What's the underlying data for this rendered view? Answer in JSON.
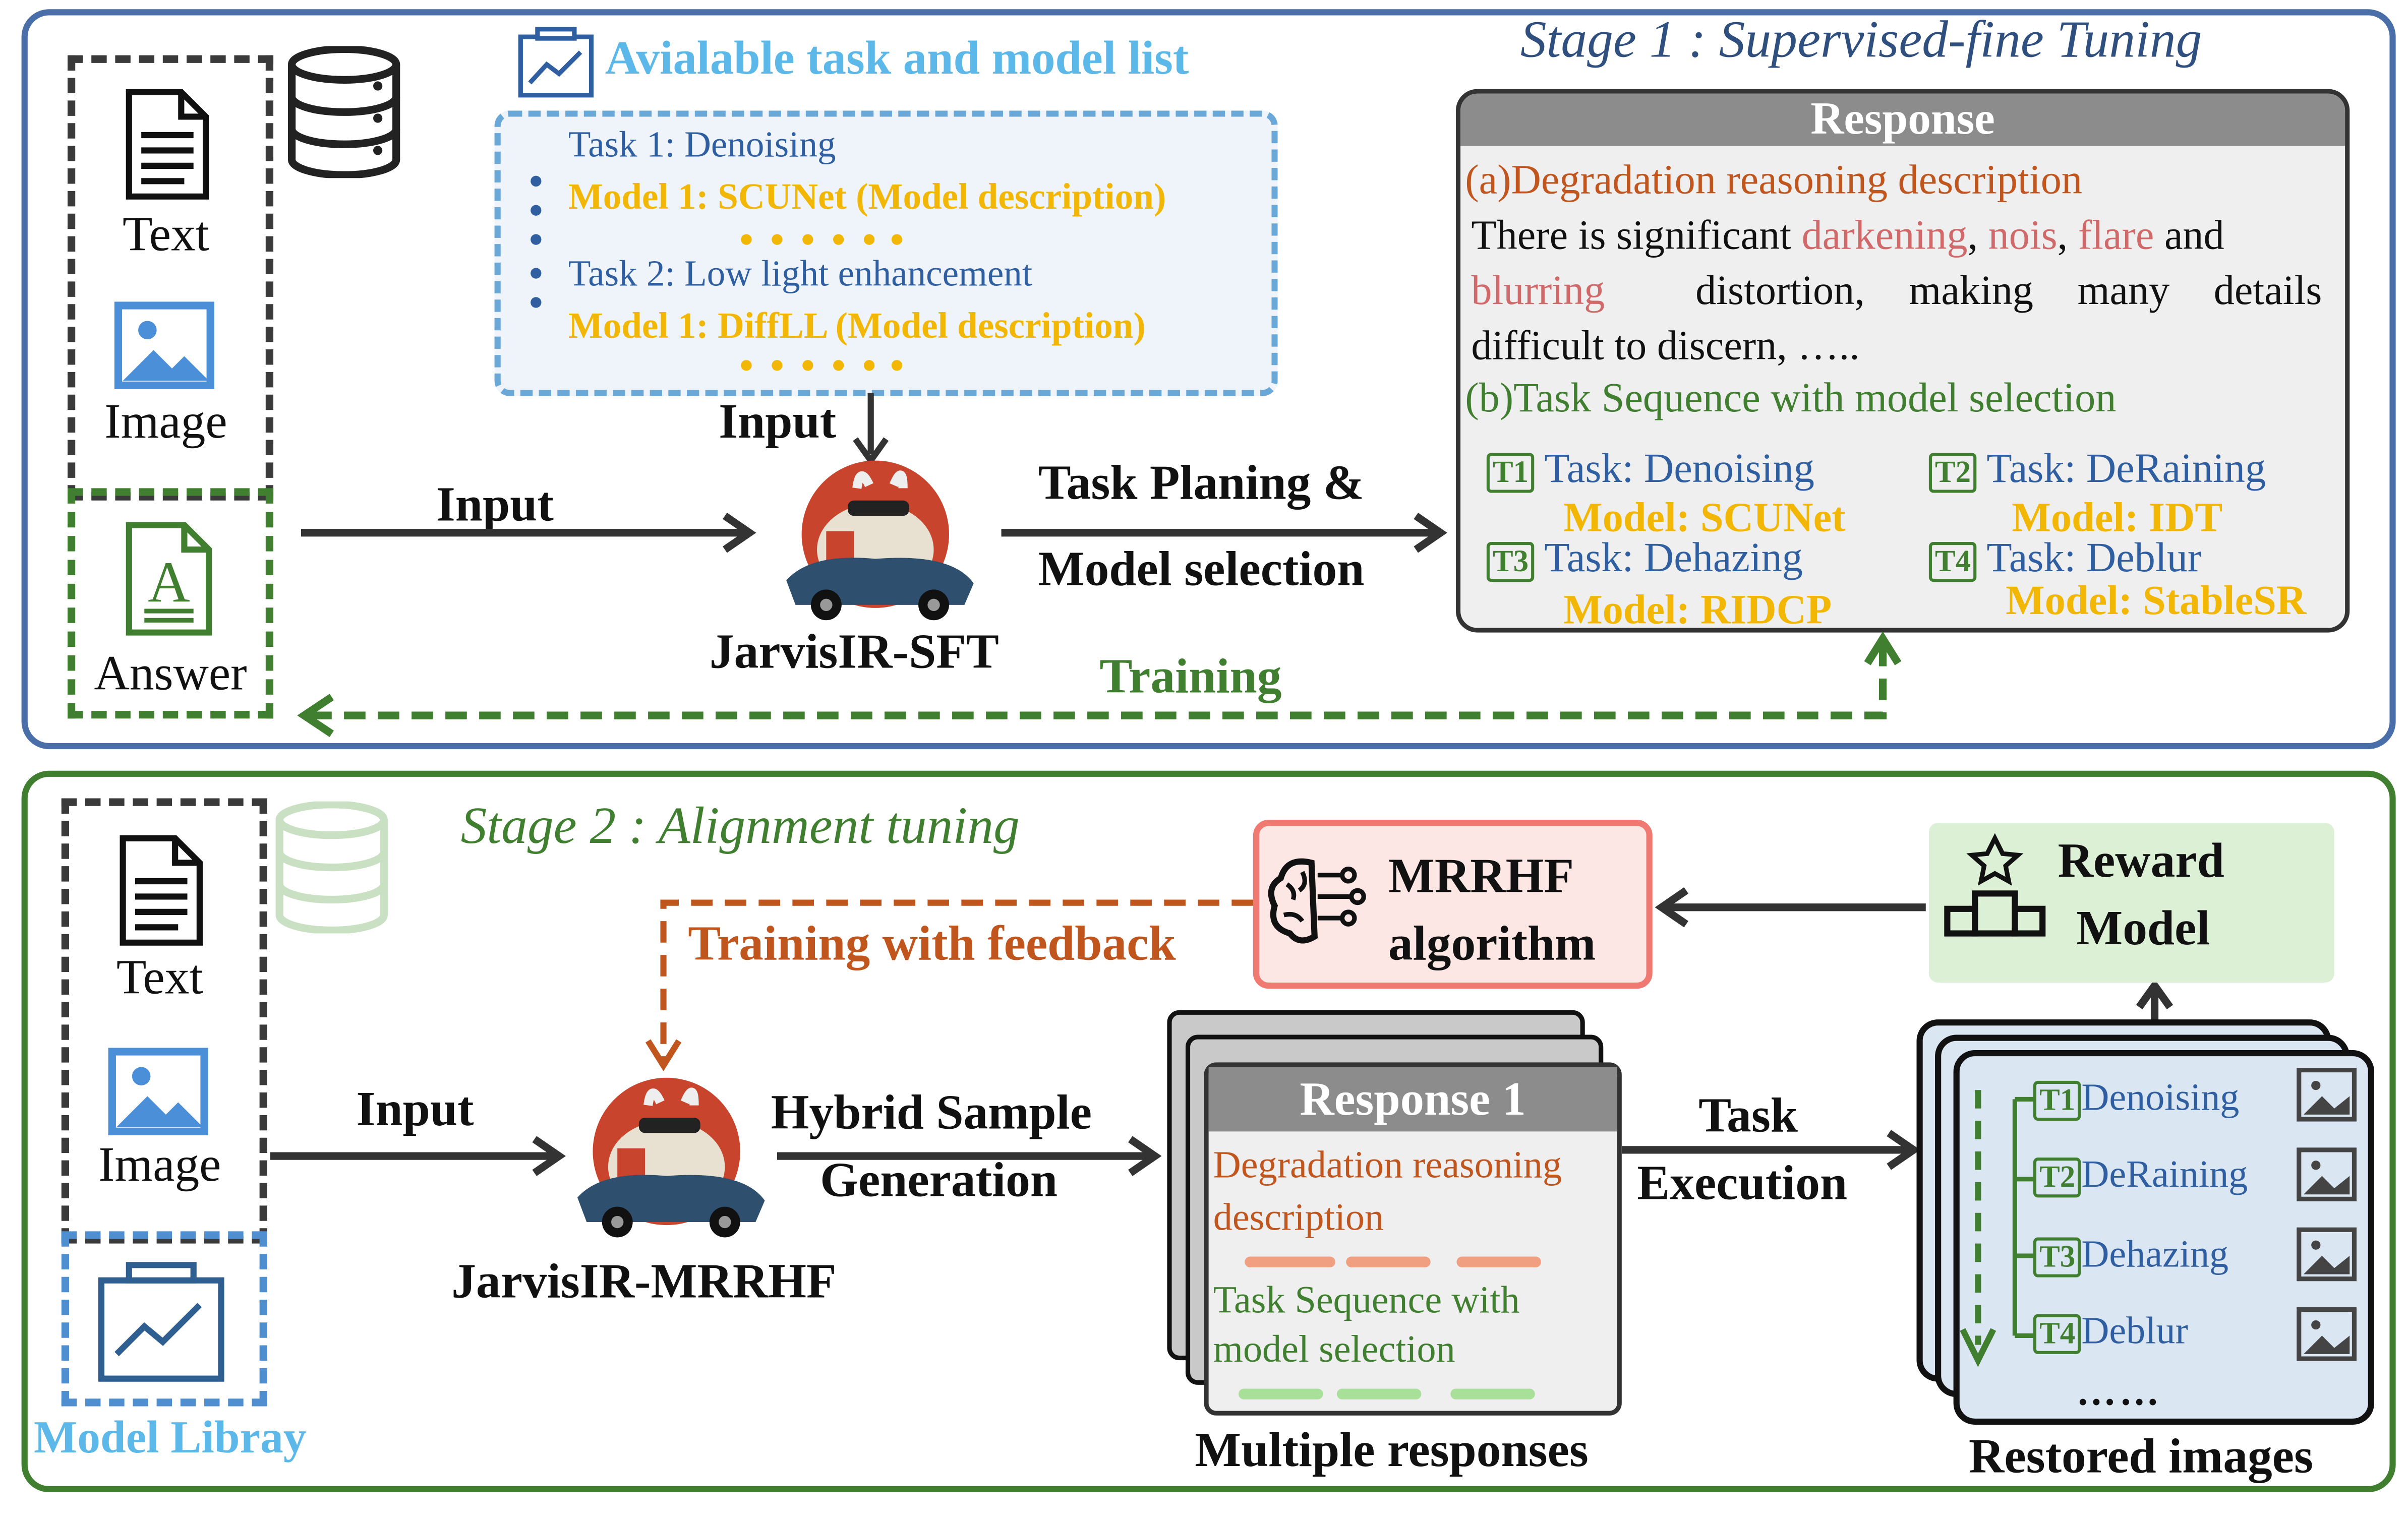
{
  "stage1": {
    "title": "Stage 1 : Supervised-fine Tuning",
    "inputs": {
      "text": "Text",
      "image": "Image",
      "answer": "Answer"
    },
    "list_title": "Avialable task and model list",
    "list": {
      "task1": "Task 1: Denoising",
      "model1": "Model 1: SCUNet (Model description)",
      "task2": "Task 2: Low light enhancement",
      "model2": "Model 1: DiffLL (Model description)"
    },
    "input_top": "Input",
    "input_left": "Input",
    "model_name": "JarvisIR-SFT",
    "planning": "Task Planing &",
    "planning2": "Model selection",
    "training": "Training",
    "response": {
      "header": "Response",
      "section_a": "(a)Degradation reasoning description",
      "line1_start": "There is significant ",
      "w_darkening": "darkening",
      "sep1": ", ",
      "w_nois": "nois",
      "sep2": ", ",
      "w_flare": "flare",
      "line1_end": " and",
      "w_blurring": "blurring",
      "line2_rest": "distortion, making many details",
      "line3": "difficult to discern, …..",
      "section_b": "(b)Task Sequence with model selection",
      "items": [
        {
          "tag": "T1",
          "task": "Task: Denoising",
          "model": "Model: SCUNet"
        },
        {
          "tag": "T2",
          "task": "Task: DeRaining",
          "model": "Model: IDT"
        },
        {
          "tag": "T3",
          "task": "Task: Dehazing",
          "model": "Model: RIDCP"
        },
        {
          "tag": "T4",
          "task": "Task: Deblur",
          "model": "Model: StableSR"
        }
      ]
    }
  },
  "stage2": {
    "title": "Stage 2 : Alignment tuning",
    "inputs": {
      "text": "Text",
      "image": "Image",
      "library": "Model Libray"
    },
    "input": "Input",
    "model_name": "JarvisIR-MRRHF",
    "mrrhf": {
      "line1": "MRRHF",
      "line2": "algorithm"
    },
    "feedback": "Training with feedback",
    "reward": {
      "line1": "Reward",
      "line2": "Model"
    },
    "hybrid": {
      "line1": "Hybrid Sample",
      "line2": "Generation"
    },
    "response": {
      "header": "Response 1",
      "desc1": "Degradation reasoning",
      "desc2": "description",
      "seq1": "Task Sequence with",
      "seq2": "model selection"
    },
    "multiple": "Multiple responses",
    "execution": {
      "line1": "Task",
      "line2": "Execution"
    },
    "restored": {
      "items": [
        {
          "tag": "T1",
          "label": "Denoising"
        },
        {
          "tag": "T2",
          "label": "DeRaining"
        },
        {
          "tag": "T3",
          "label": "Dehazing"
        },
        {
          "tag": "T4",
          "label": "Deblur"
        }
      ],
      "ellipsis": "……",
      "caption": "Restored images"
    }
  },
  "colors": {
    "stage1_border": "#4a6fa8",
    "stage2_border": "#3f7f2f",
    "list_blue": "#2f5fa0",
    "model_yellow": "#f2b705",
    "degradation_orange": "#c0561e",
    "distortion_red": "#d06a6a",
    "sequence_green": "#3f7f2f",
    "mrrhf_pink": "#fde7e4",
    "reward_green": "#dcf0d5",
    "light_blue": "#5bb8e8"
  }
}
